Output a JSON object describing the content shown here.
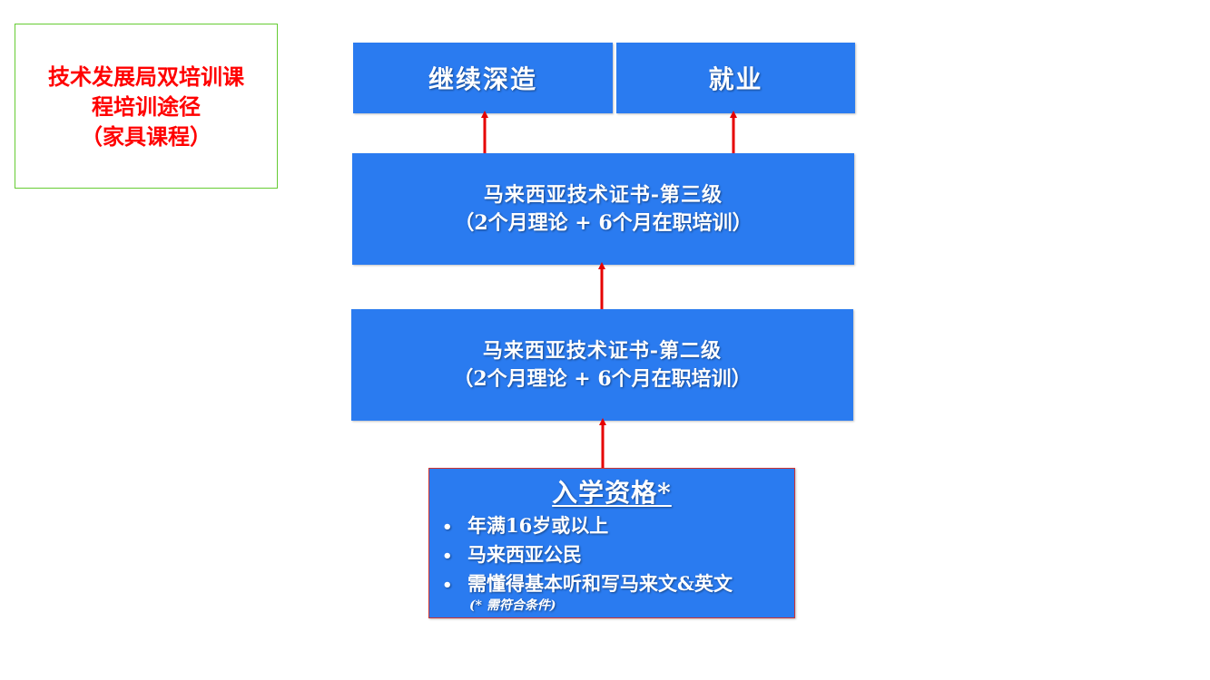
{
  "title_box": {
    "line1": "技术发展局双培训课",
    "line2": "程培训途径",
    "line3": "（家具课程）"
  },
  "outcomes": {
    "further_study": "继续深造",
    "employment": "就业"
  },
  "level3": {
    "title": "马来西亚技术证书-第三级",
    "detail": "（2个月理论 + 6个月在职培训）"
  },
  "level2": {
    "title": "马来西亚技术证书-第二级",
    "detail": "（2个月理论 + 6个月在职培训）"
  },
  "entry": {
    "title": "入学资格*",
    "items": [
      "年满16岁或以上",
      "马来西亚公民",
      "需懂得基本听和写马来文&英文"
    ],
    "bullet": "•",
    "note": "(* 需符合条件)"
  },
  "colors": {
    "box_fill": "#2a7bf0",
    "arrow": "#e60000",
    "title_text": "#ff0000",
    "title_border": "#66cc33"
  }
}
